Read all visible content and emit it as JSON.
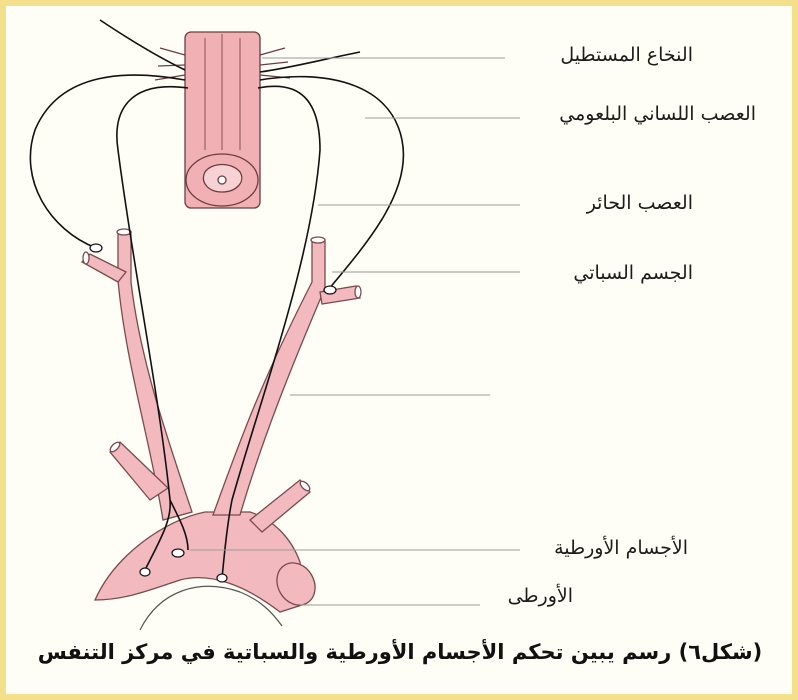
{
  "labels": {
    "spinal_cord": "النخاع المستطيل",
    "glossopharyngeal_nerve": "العصب اللساني البلعومي",
    "vagus_nerve": "العصب الحائر",
    "carotid_body": "الجسم السباتي",
    "aortic_bodies": "الأجسام الأورطية",
    "aorta": "الأورطى"
  },
  "caption": "(شكل٦) رسم يبين تحكم الأجسام الأورطية والسباتية في مركز التنفس",
  "colors": {
    "artery_fill": "#f2b9bf",
    "artery_stroke": "#7a4a4e",
    "spinal_fill": "#f0b0b4",
    "line": "#111111",
    "leader": "#9a9a9a",
    "frame": "#f4e08a"
  }
}
